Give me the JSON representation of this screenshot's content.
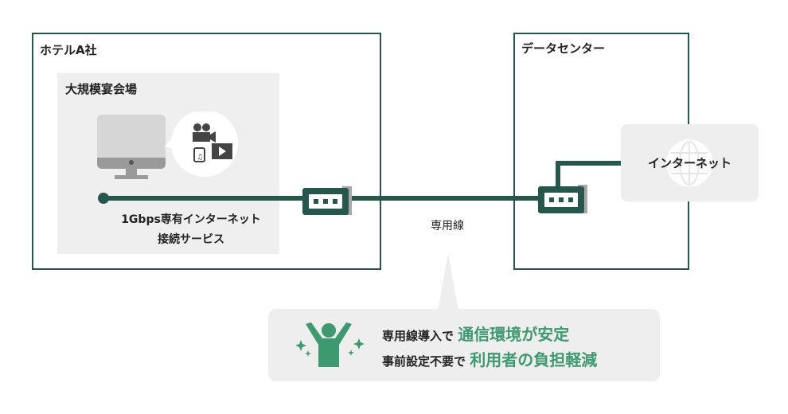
{
  "hotel": {
    "title": "ホテルA社",
    "venue": "大規模宴会場",
    "service_line1": "1Gbps専有インターネット",
    "service_line2": "接続サービス"
  },
  "link_label": "専用線",
  "datacenter": {
    "title": "データセンター",
    "internet": "インターネット"
  },
  "callout": {
    "line1_prefix": "専用線導入で",
    "line1_highlight": "通信環境が安定",
    "line2_prefix": "事前設定不要で",
    "line2_highlight": "利用者の負担軽減"
  },
  "colors": {
    "dark_green": "#25574c",
    "accent_green": "#3d9a70",
    "gray_panel": "#efefef"
  }
}
